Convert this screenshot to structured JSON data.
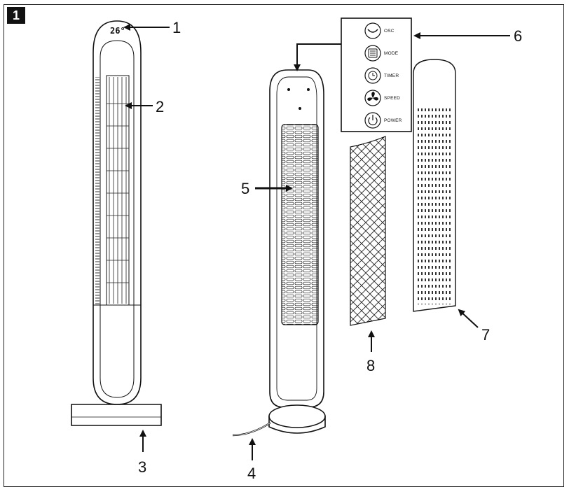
{
  "figure_number": "1",
  "display_reading": "26°",
  "callouts": [
    {
      "id": "1",
      "text": "1"
    },
    {
      "id": "2",
      "text": "2"
    },
    {
      "id": "3",
      "text": "3"
    },
    {
      "id": "4",
      "text": "4"
    },
    {
      "id": "5",
      "text": "5"
    },
    {
      "id": "6",
      "text": "6"
    },
    {
      "id": "7",
      "text": "7"
    },
    {
      "id": "8",
      "text": "8"
    }
  ],
  "control_panel": {
    "buttons": [
      {
        "label": "OSC",
        "icon": "oscillate-icon"
      },
      {
        "label": "MODE",
        "icon": "mode-icon"
      },
      {
        "label": "TIMER",
        "icon": "timer-icon"
      },
      {
        "label": "SPEED",
        "icon": "fan-speed-icon"
      },
      {
        "label": "POWER",
        "icon": "power-icon"
      }
    ]
  }
}
